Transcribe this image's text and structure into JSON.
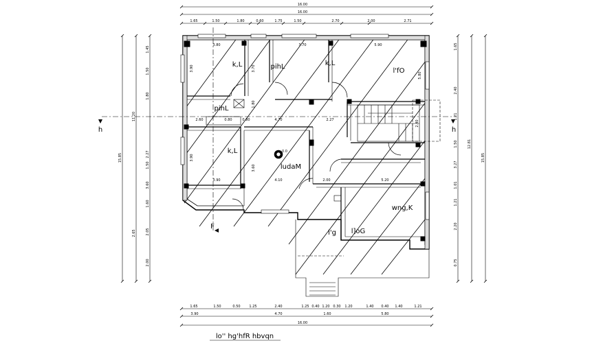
{
  "title": "lo'' hg'hfR hbvqn",
  "rooms": {
    "k_l_top": "k,L",
    "pihl_top": "pihL",
    "k_top_right": "k,L",
    "lfo": "l'fO",
    "pihl_small": "pihL",
    "k_l_mid": "k,L",
    "ludam": "ludaM",
    "wng_k": "wng,K",
    "lg": "l'g",
    "l_og": "l]oG"
  },
  "section_marks": {
    "h_left": "h",
    "h_right": "h",
    "f_bottom": "F"
  },
  "level_marks": {
    "center": "0.0"
  },
  "dims": {
    "top_total_1": "16.00",
    "top_total_2": "16.00",
    "top_row": [
      "1.65",
      "1.50",
      "1.80",
      "0.60",
      "1.75",
      "1.50",
      "2.70",
      "2.00",
      "2.71"
    ],
    "bottom_row1": [
      "1.65",
      "1.50",
      "0.50",
      "1.25",
      "2.40",
      "1.25",
      "0.40",
      "1.20",
      "0.30",
      "1.20",
      "1.40",
      "0.40",
      "1.40",
      "1.21"
    ],
    "bottom_row2": [
      "3.90",
      "4.70",
      "1.60",
      "5.80"
    ],
    "bottom_total": "16.00",
    "left_outer": "15.85",
    "left_mid": [
      "11.20",
      "2.65"
    ],
    "left_inner": [
      "1.45",
      "1.50",
      "1.80",
      "2.27",
      "1.50",
      "3.60",
      "1.60",
      "2.05",
      "2.00"
    ],
    "right_outer": "15.85",
    "right_mid": [
      "12.81"
    ],
    "right_inner": [
      "1.65",
      "2.40",
      "1.21",
      "1.50",
      "3.27",
      "1.01",
      "1.21",
      "2.20",
      "0.75"
    ],
    "room_dims": [
      "3.80",
      "3.70",
      "5.90",
      "3.90",
      "3.70",
      "5.80",
      "4.70",
      "2.27",
      "3.90",
      "4.10",
      "2.00",
      "5.20",
      "3.60",
      "3.90",
      "2.60",
      "0.80",
      "0.80",
      "1.80",
      "2.40"
    ]
  }
}
